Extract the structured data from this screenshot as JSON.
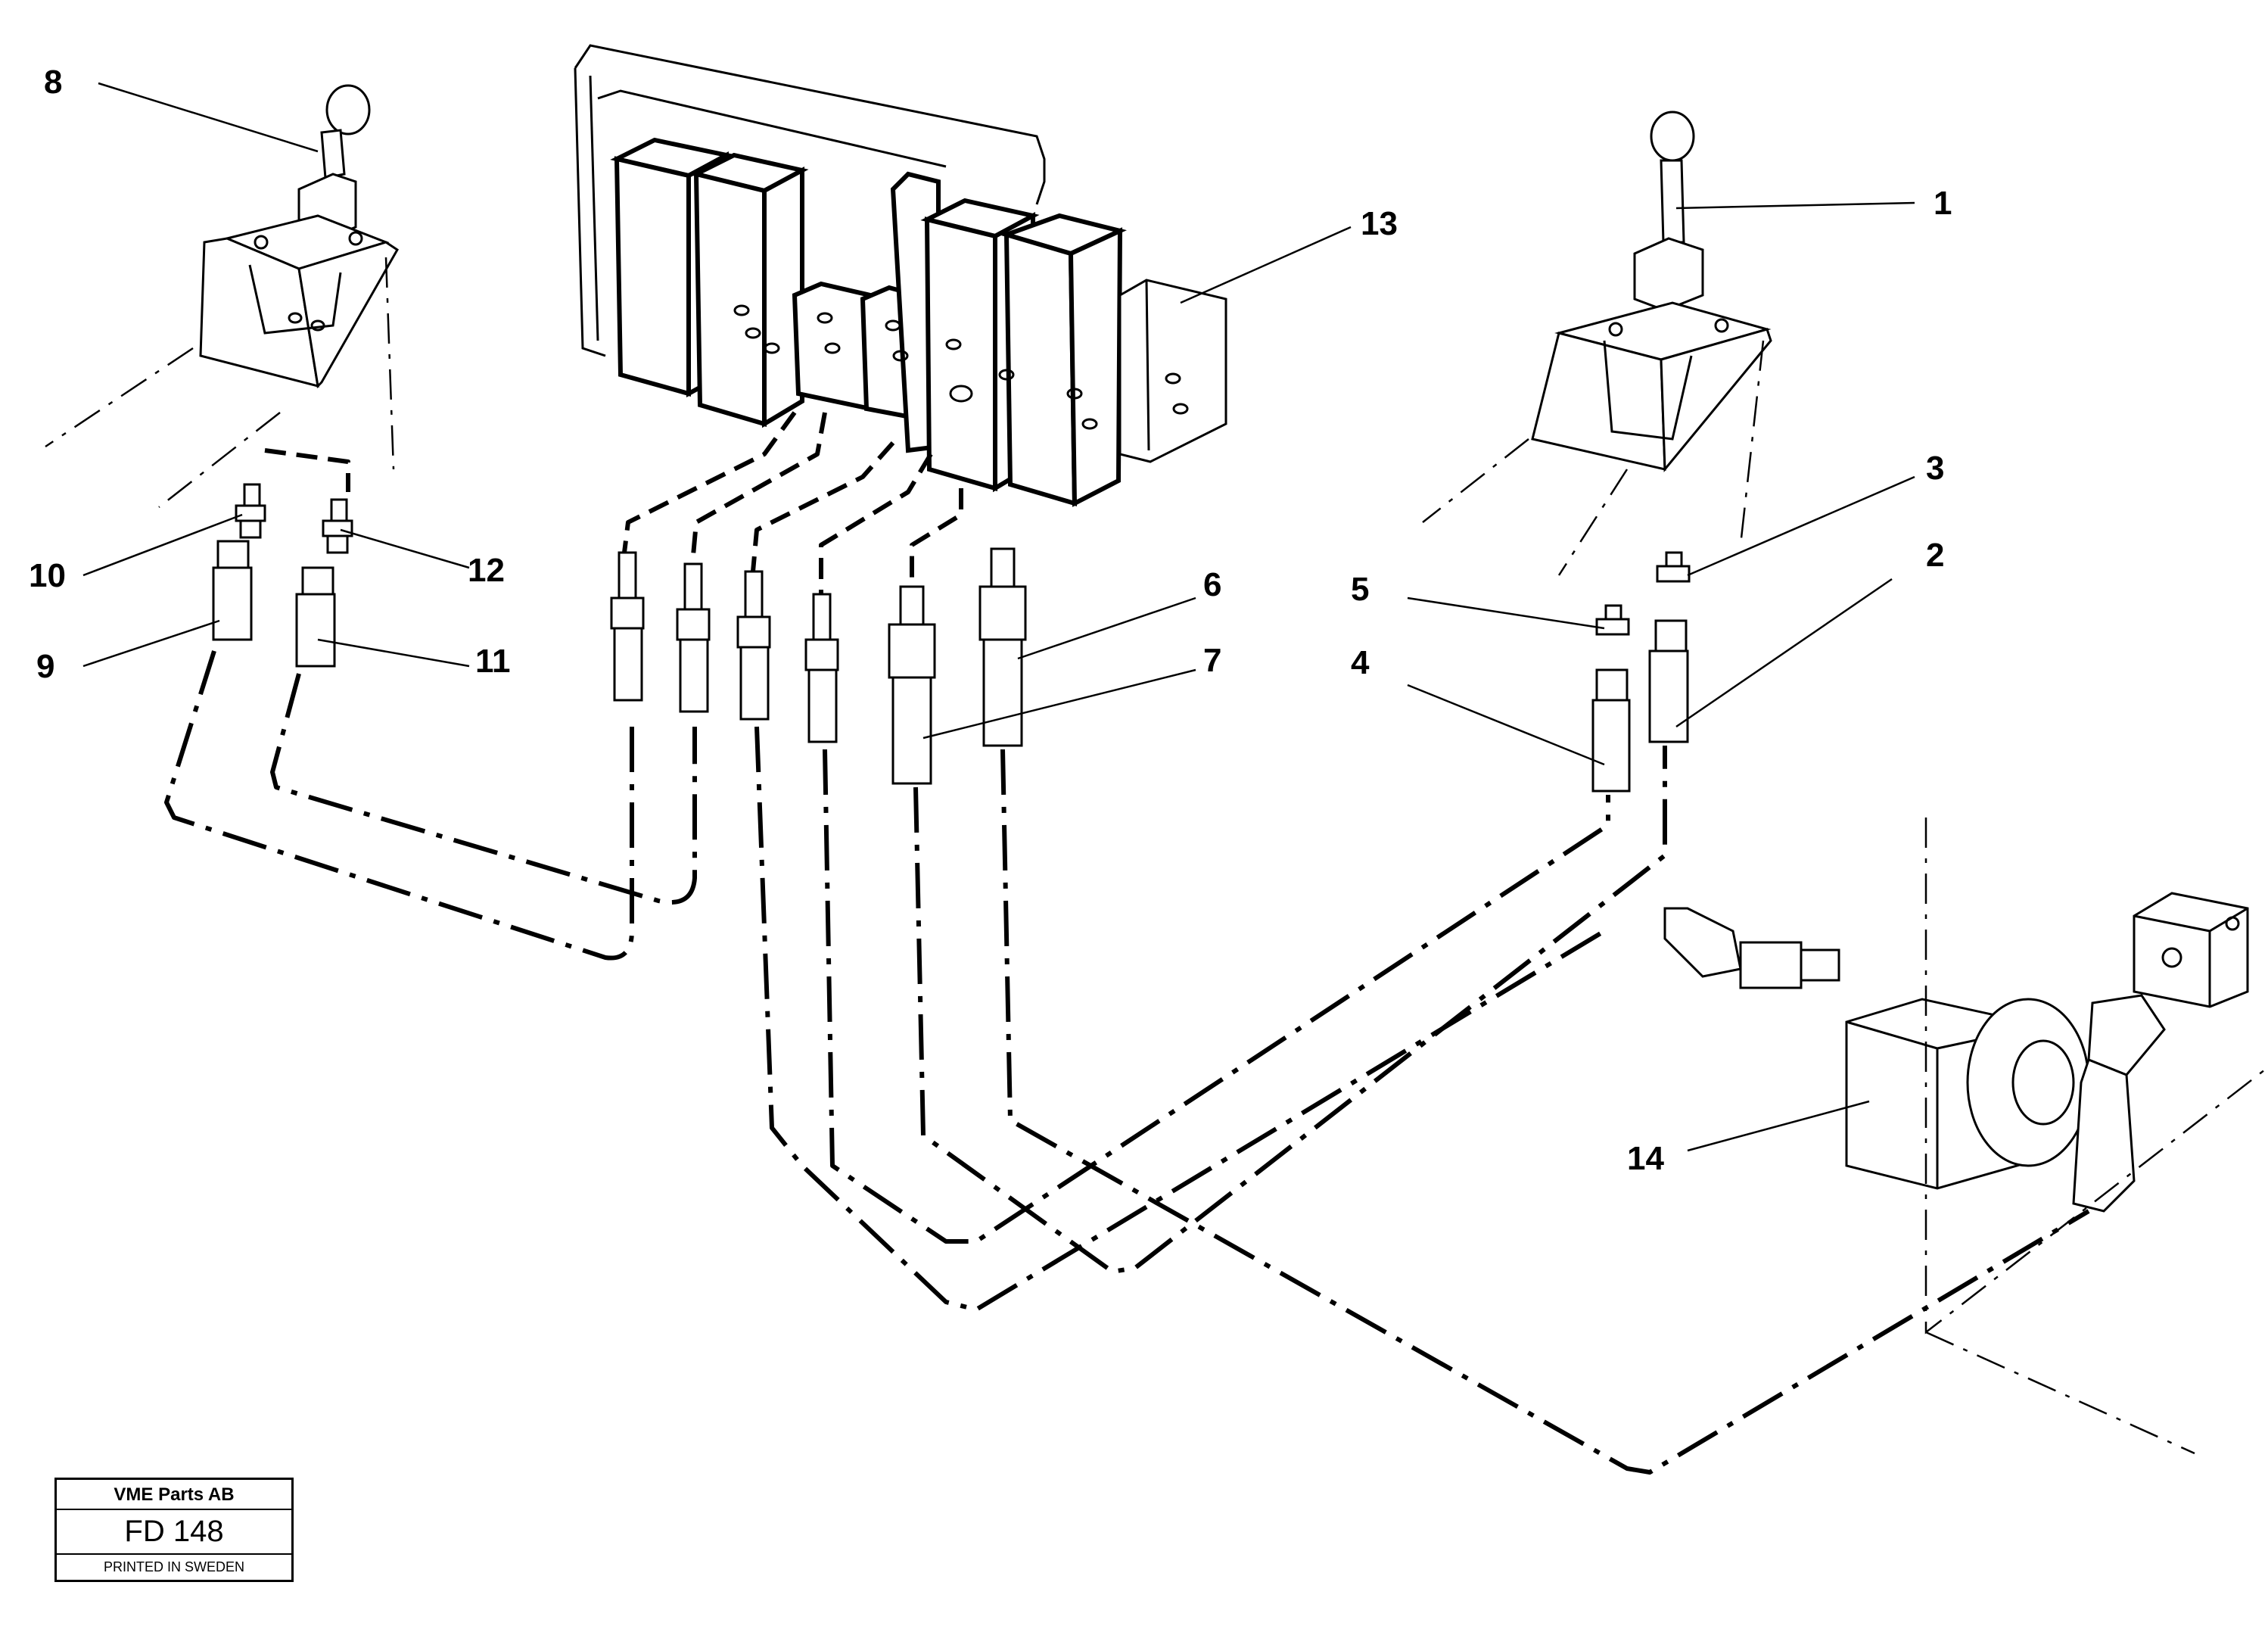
{
  "diagram": {
    "callouts": {
      "c1": "1",
      "c2": "2",
      "c3": "3",
      "c4": "4",
      "c5": "5",
      "c6": "6",
      "c7": "7",
      "c8": "8",
      "c9": "9",
      "c10": "10",
      "c11": "11",
      "c12": "12",
      "c13": "13",
      "c14": "14"
    }
  },
  "stamp": {
    "company": "VME Parts AB",
    "code": "FD 148",
    "printed": "PRINTED IN SWEDEN"
  }
}
